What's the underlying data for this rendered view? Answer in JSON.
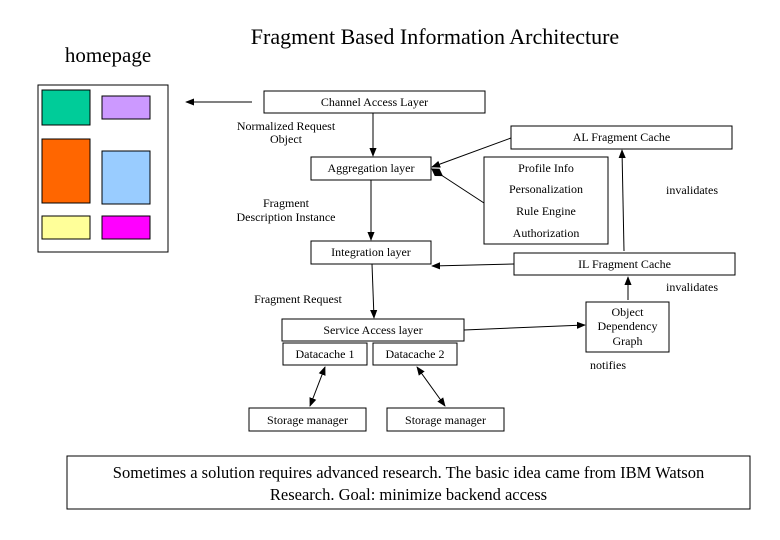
{
  "title": "Fragment Based Information Architecture",
  "homepage": {
    "label": "homepage",
    "tile_colors": [
      "#00cc99",
      "#cc99ff",
      "#ff6600",
      "#99ccff",
      "#ffff99",
      "#ff00ff"
    ]
  },
  "nodes": {
    "channel_access": "Channel Access Layer",
    "aggregation": "Aggregation layer",
    "integration": "Integration layer",
    "service_access": "Service Access layer",
    "datacache1": "Datacache 1",
    "datacache2": "Datacache 2",
    "storage1": "Storage manager",
    "storage2": "Storage manager",
    "al_cache": "AL Fragment Cache",
    "il_cache": "IL Fragment Cache",
    "odg": [
      "Object",
      "Dependency",
      "Graph"
    ],
    "profile": [
      "Profile Info",
      "Personalization",
      "Rule Engine",
      "Authorization"
    ]
  },
  "edge_labels": {
    "normalized": [
      "Normalized Request",
      "Object"
    ],
    "fragment_desc": [
      "Fragment",
      "Description Instance"
    ],
    "fragment_request": "Fragment Request",
    "invalidates_1": "invalidates",
    "invalidates_2": "invalidates",
    "notifies": "notifies"
  },
  "note": [
    "Sometimes a solution requires advanced research. The basic idea came from IBM Watson",
    "Research. Goal: minimize backend access"
  ]
}
